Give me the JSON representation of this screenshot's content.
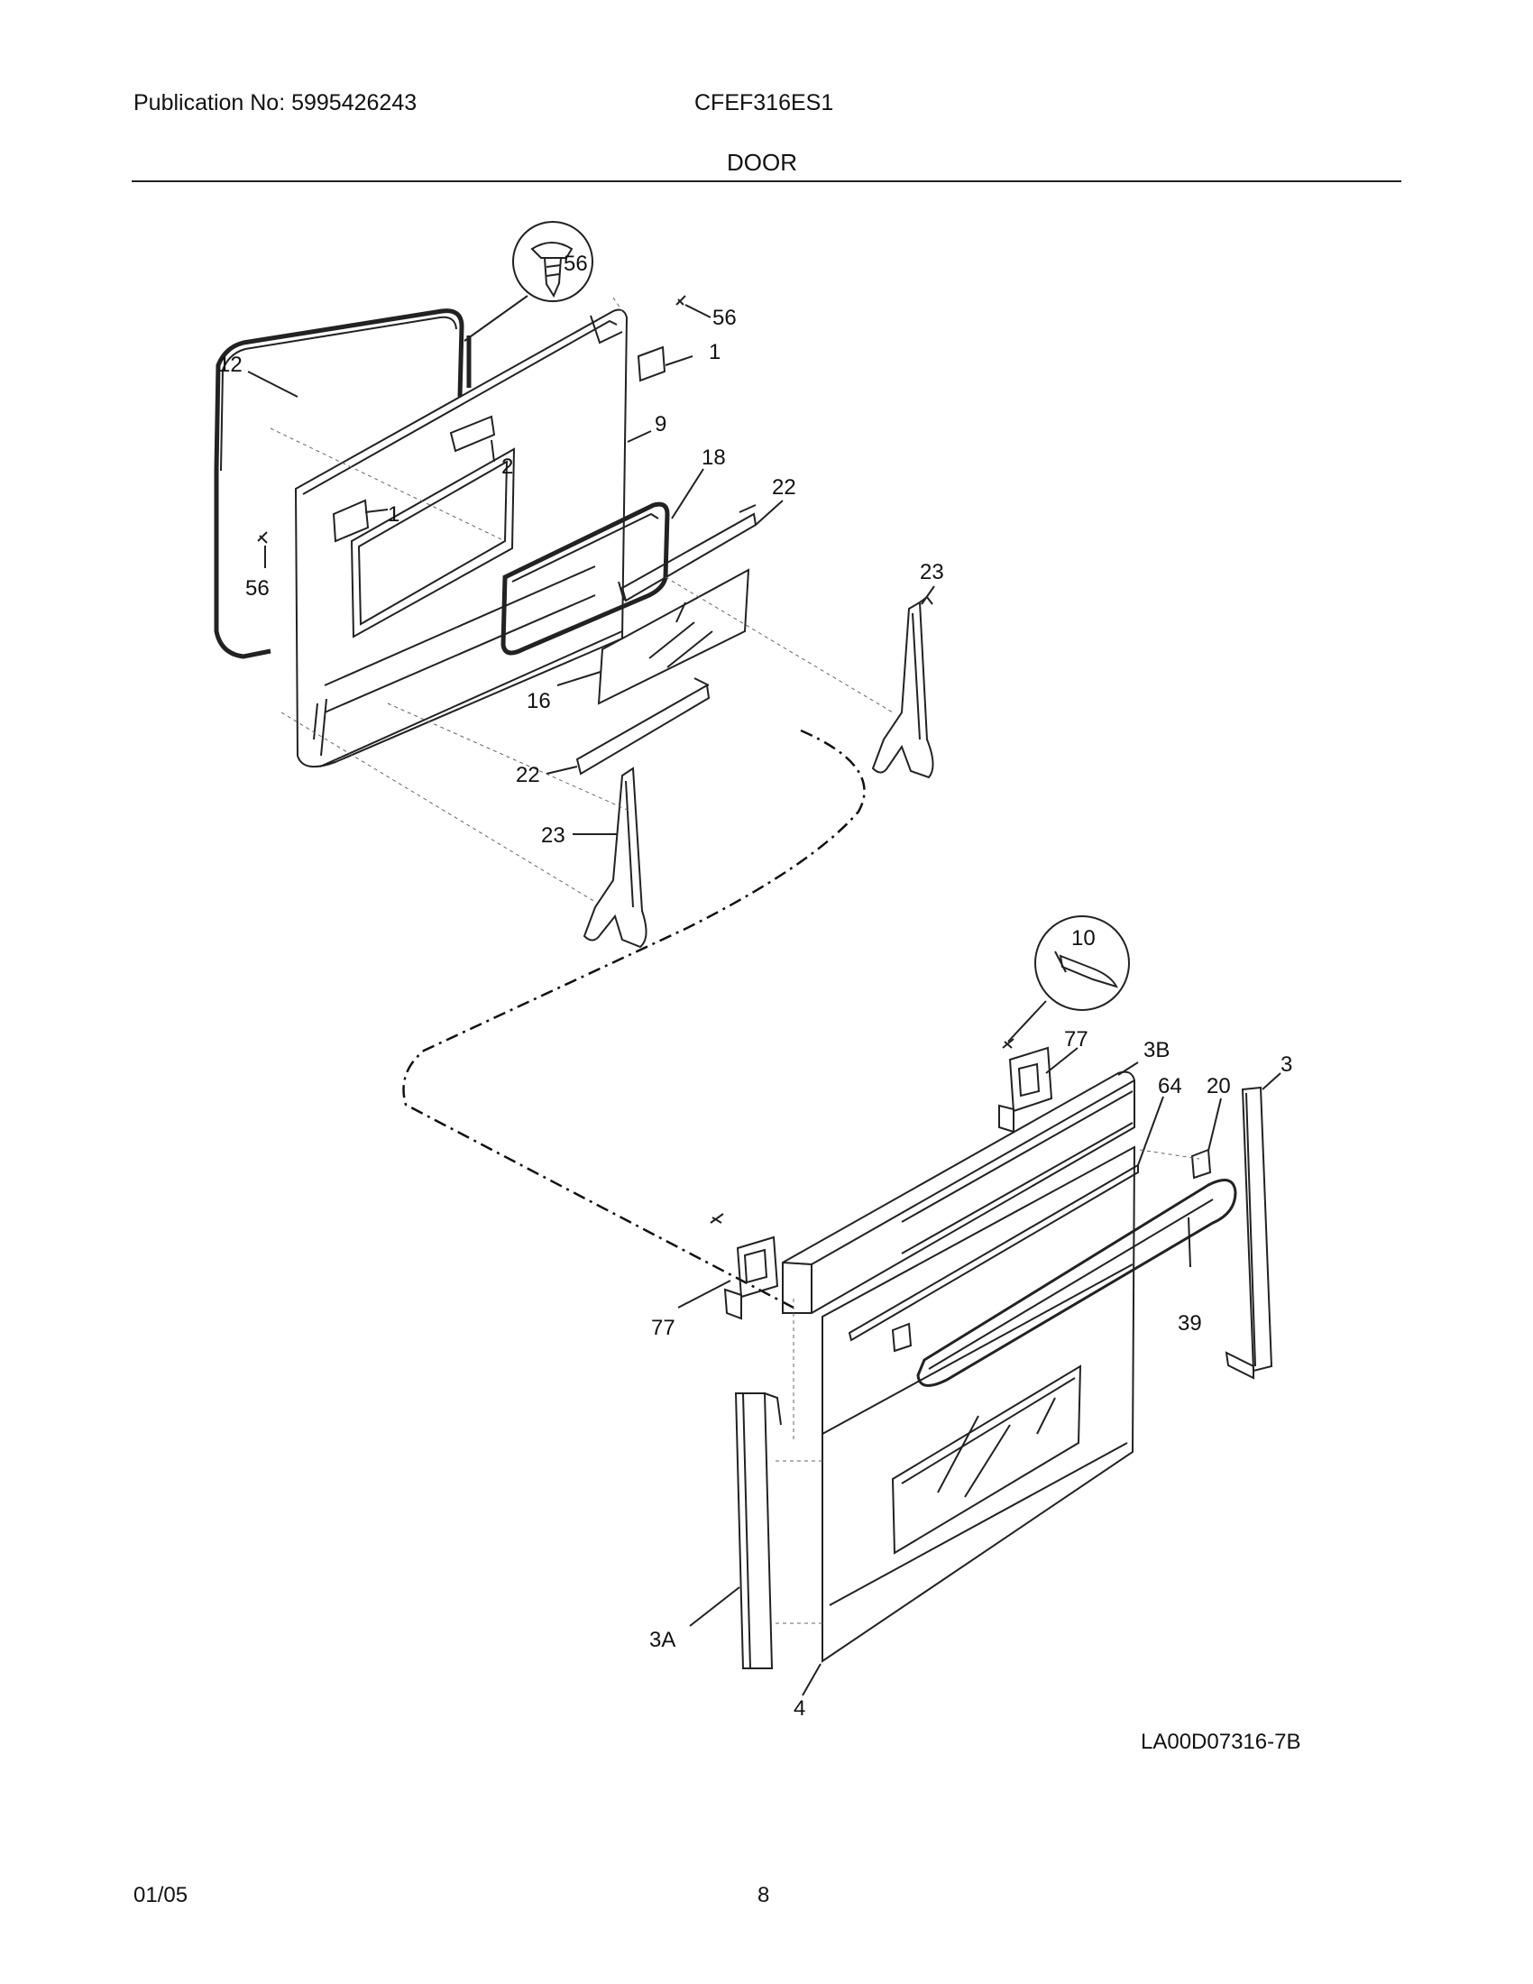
{
  "header": {
    "publication": "Publication No: 5995426243",
    "model": "CFEF316ES1",
    "section": "DOOR"
  },
  "callouts": [
    "56",
    "56",
    "1",
    "12",
    "9",
    "2",
    "1",
    "18",
    "22",
    "56",
    "23",
    "16",
    "22",
    "23",
    "10",
    "77",
    "3B",
    "64",
    "20",
    "3",
    "77",
    "39",
    "3A",
    "4"
  ],
  "diagram_code": "LA00D07316-7B",
  "footer": {
    "date": "01/05",
    "page": "8"
  }
}
